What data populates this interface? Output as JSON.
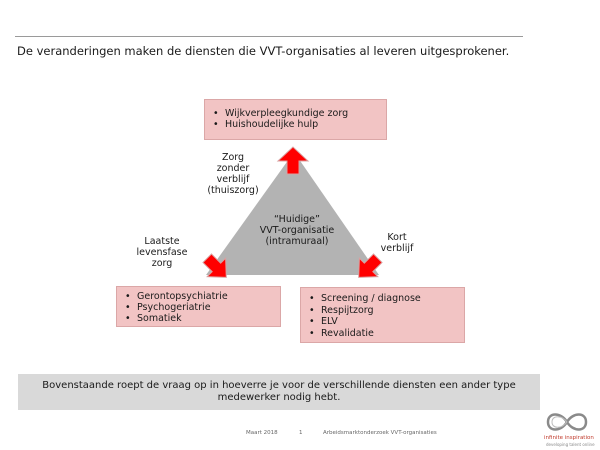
{
  "title": "De veranderingen maken de diensten die VVT-organisaties al leveren uitgesprokener.",
  "boxes": {
    "top": [
      "Wijkverpleegkundige zorg",
      "Huishoudelijke hulp"
    ],
    "left": [
      "Gerontopsychiatrie",
      "Psychogeriatrie",
      "Somatiek"
    ],
    "right": [
      "Screening / diagnose",
      "Respijtzorg",
      "ELV",
      "Revalidatie"
    ]
  },
  "labels": {
    "zorg": [
      "Zorg",
      "zonder",
      "verblijf",
      "(thuiszorg)"
    ],
    "laatste": [
      "Laatste levensfase",
      "zorg"
    ],
    "kort": [
      "Kort",
      "verblijf"
    ],
    "center": [
      "“Huidige”",
      "VVT-organisatie",
      "(intramuraal)"
    ]
  },
  "bottom_text": "Bovenstaande roept de vraag op in hoeverre je voor de verschillende diensten een ander type medewerker nodig hebt.",
  "footer": {
    "date": "Maart 2018",
    "page": "1",
    "doc_title": "Arbeidsmarktonderzoek VVT-organisaties"
  },
  "logo": {
    "name": "infinite inspiration",
    "tagline": "developing talent online"
  },
  "colors": {
    "box_fill": "#f2c4c4",
    "triangle": "#b3b3b3",
    "arrow": "#ff0000",
    "bottom_bar": "#d9d9d9"
  }
}
